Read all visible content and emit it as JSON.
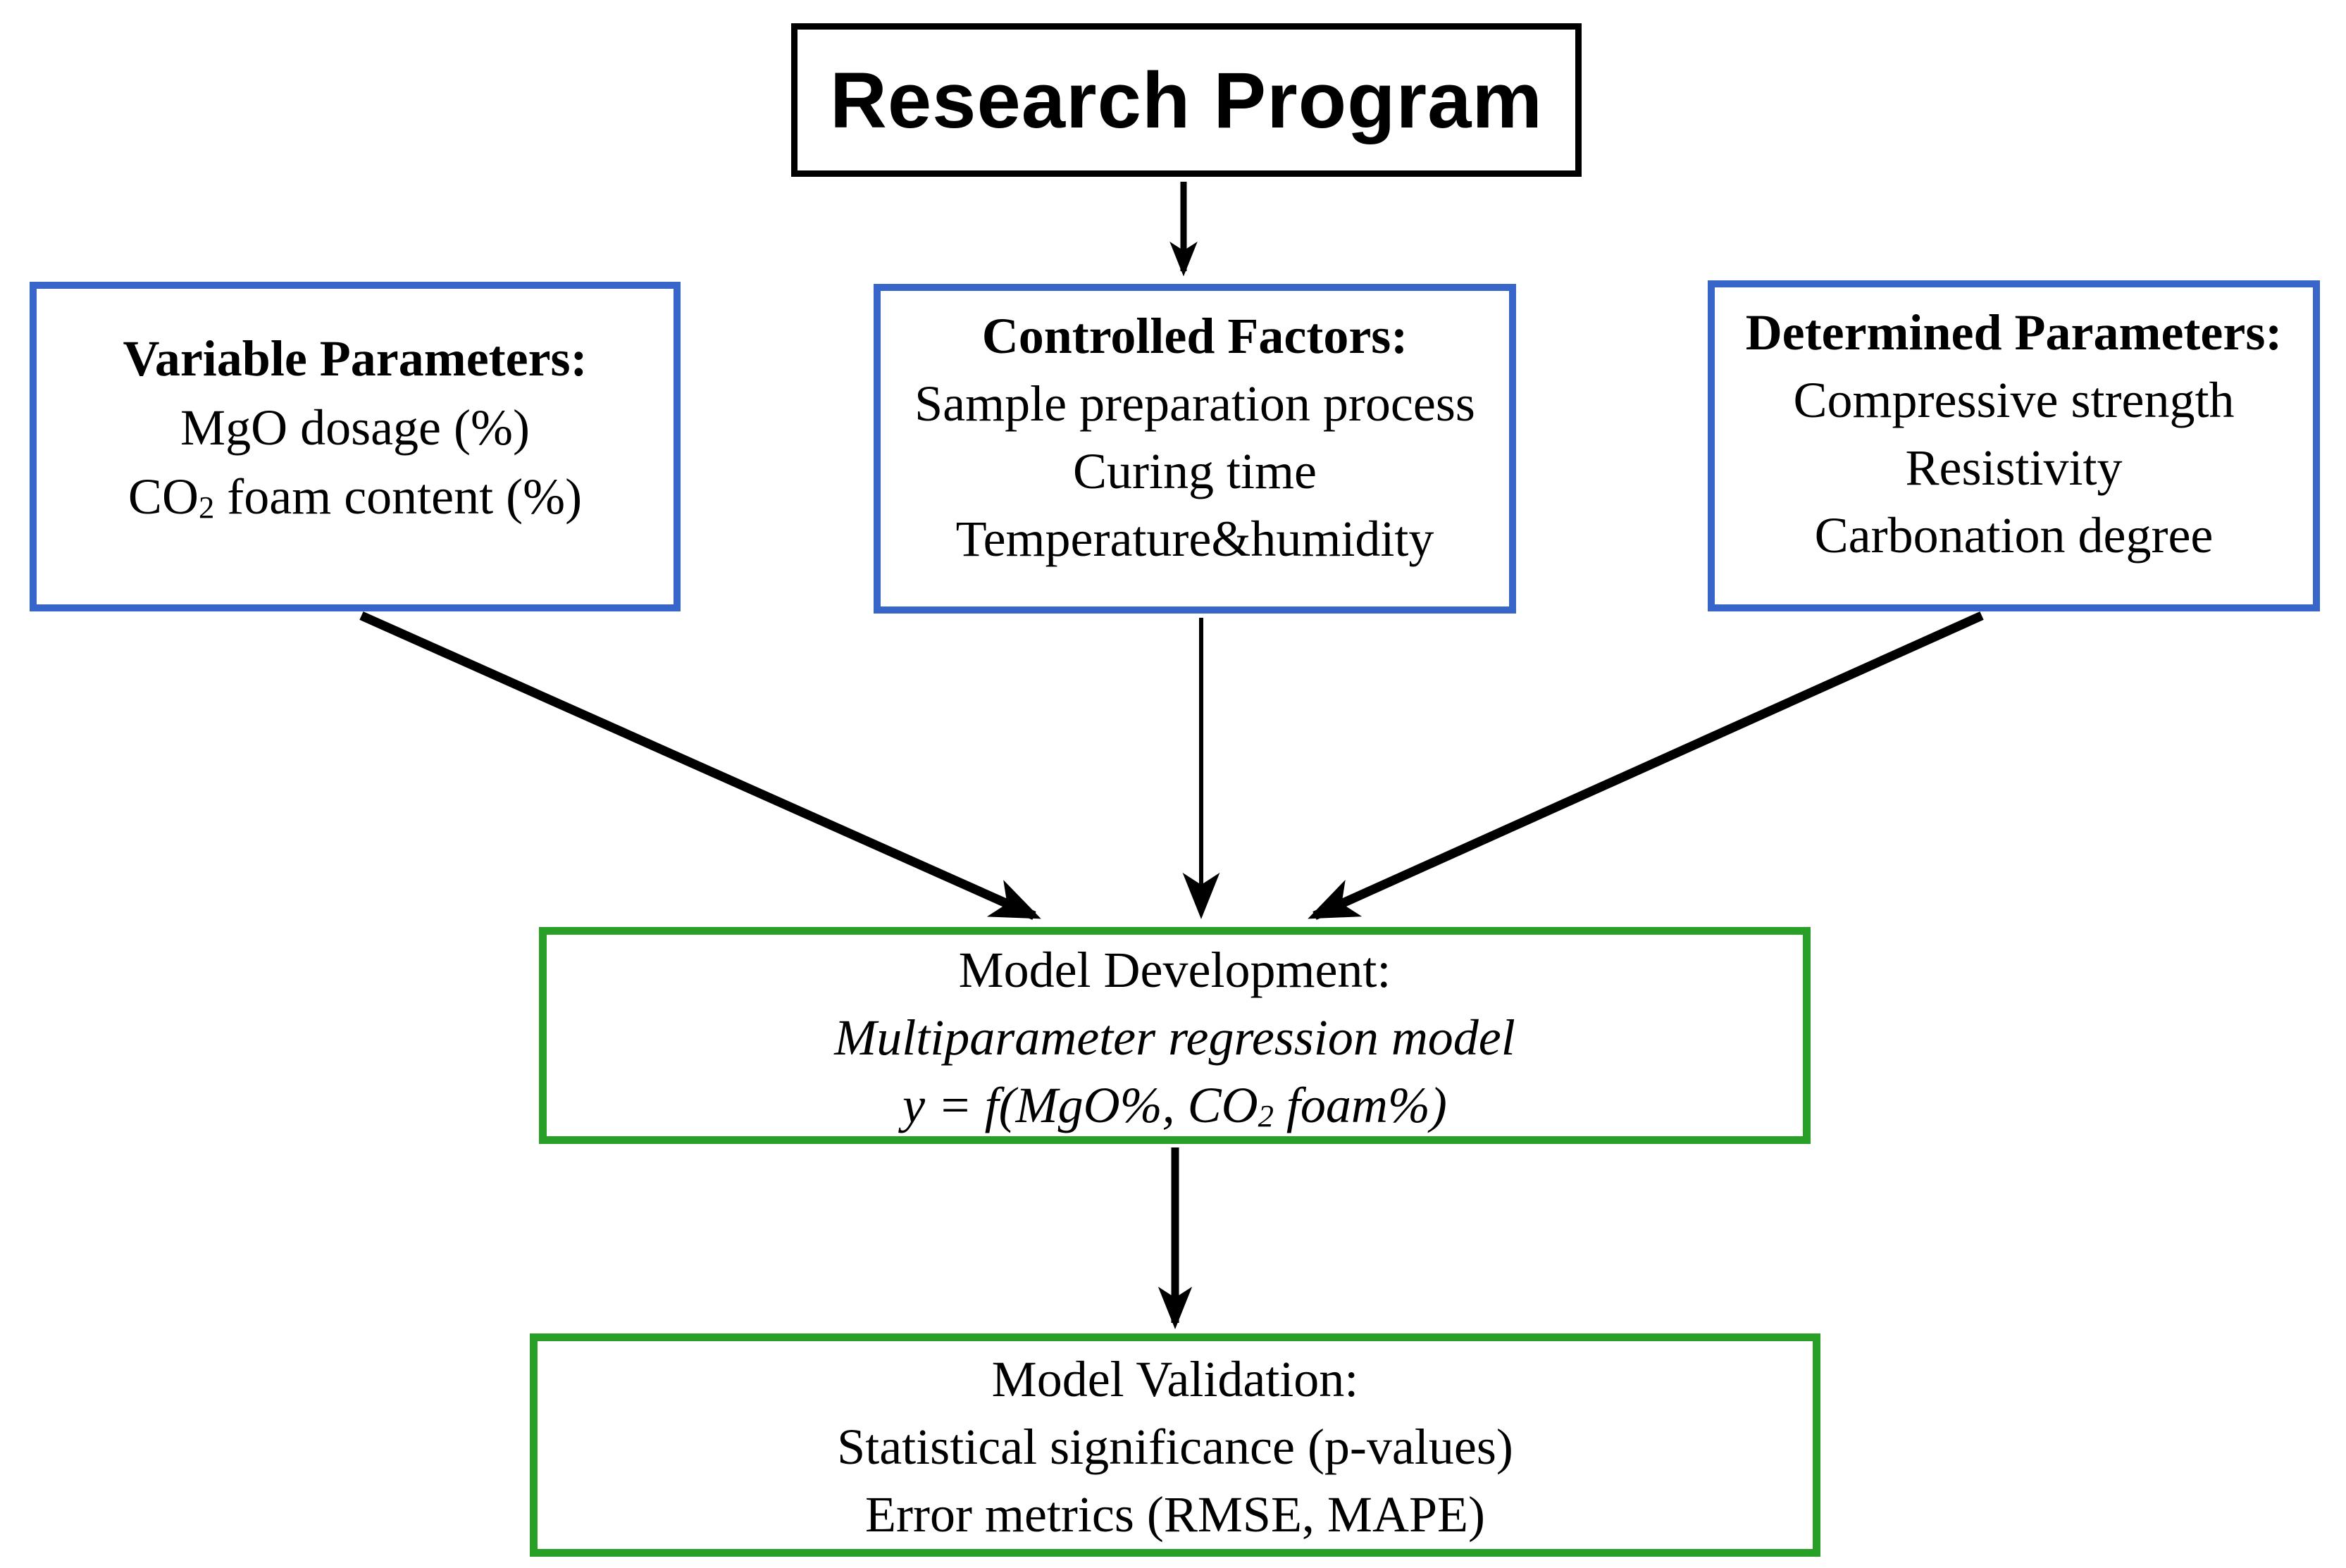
{
  "colors": {
    "box_blue_border": "#3765c9",
    "box_green_border": "#28a028",
    "box_black_border": "#000000",
    "arrow_black": "#000000"
  },
  "root_box": {
    "title": "Research Program"
  },
  "input_boxes": {
    "variable": {
      "title": "Variable Parameters:",
      "line_mgo": "MgO dosage (%)",
      "co2_pre": "CO",
      "co2_sub": "2",
      "co2_post": " foam content (%)"
    },
    "controlled": {
      "title": "Controlled Factors:",
      "lines": [
        "Sample preparation process",
        "Curing time",
        "Temperature&humidity"
      ]
    },
    "determined": {
      "title": "Determined Parameters:",
      "lines": [
        "Compressive strength",
        "Resistivity",
        "Carbonation degree"
      ]
    }
  },
  "model_development": {
    "title": "Model Development:",
    "line_regression": "Multiparameter regression model",
    "formula_pre": "y = f(MgO%, CO",
    "formula_sub": "2",
    "formula_post": " foam%)"
  },
  "model_validation": {
    "title": "Model Validation:",
    "lines": [
      "Statistical significance (p-values)",
      "Error metrics (RMSE, MAPE)"
    ]
  }
}
